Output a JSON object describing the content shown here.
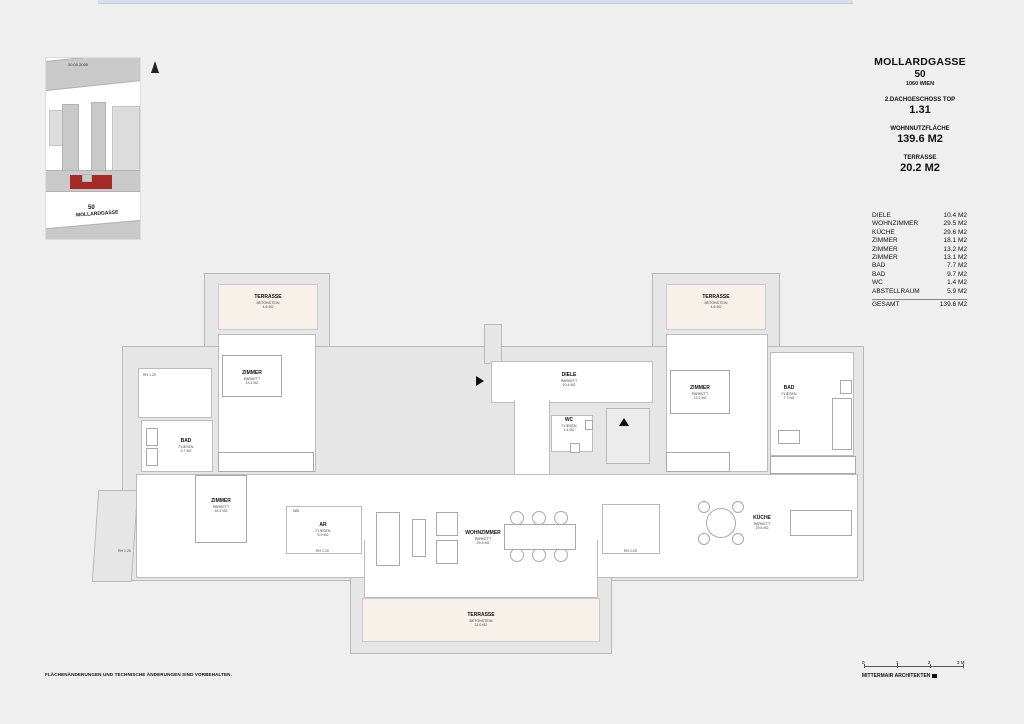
{
  "header": {
    "street": "MOLLARDGASSE",
    "number": "50",
    "city": "1060 WIEN",
    "floor_label": "2.DACHGESCHOSS TOP",
    "unit": "1.31",
    "living_area_label": "WOHNNUTZFLÄCHE",
    "living_area": "139.6 M2",
    "terrace_label": "TERRASSE",
    "terrace_area": "20.2 M2"
  },
  "area_table": {
    "rows": [
      {
        "room": "DIELE",
        "area": "10.4 M2"
      },
      {
        "room": "WOHNZIMMER",
        "area": "29.5 M2"
      },
      {
        "room": "KÜCHE",
        "area": "29.6 M2"
      },
      {
        "room": "ZIMMER",
        "area": "18.1 M2"
      },
      {
        "room": "ZIMMER",
        "area": "13.2 M2"
      },
      {
        "room": "ZIMMER",
        "area": "13.1 M2"
      },
      {
        "room": "BAD",
        "area": "7.7 M2"
      },
      {
        "room": "BAD",
        "area": "9.7 M2"
      },
      {
        "room": "WC",
        "area": "1.4 M2"
      },
      {
        "room": "ABSTELLRAUM",
        "area": "5.9 M2"
      }
    ],
    "total_label": "GESAMT",
    "total": "139.6 M2"
  },
  "site_plan": {
    "date": "30.05.2005",
    "number": "50",
    "street": "MOLLARDGASSE",
    "highlight_color": "#a52a2a"
  },
  "rooms": {
    "terrasse_nw": {
      "name": "TERRASSE",
      "floor": "BETONSTEIN",
      "area": "4.6 M2"
    },
    "terrasse_ne": {
      "name": "TERRASSE",
      "floor": "BETONSTEIN",
      "area": "4.6 M2"
    },
    "terrasse_s": {
      "name": "TERRASSE",
      "floor": "BETONSTEIN",
      "area": "11.0 M2"
    },
    "zimmer_nw": {
      "name": "ZIMMER",
      "floor": "PARKETT",
      "area": "13.1 M2"
    },
    "zimmer_ne": {
      "name": "ZIMMER",
      "floor": "PARKETT",
      "area": "13.2 M2"
    },
    "zimmer_sw": {
      "name": "ZIMMER",
      "floor": "PARKETT",
      "area": "18.1 M2"
    },
    "bad_w": {
      "name": "BAD",
      "floor": "FLIESEN",
      "area": "9.7 M2"
    },
    "bad_e": {
      "name": "BAD",
      "floor": "FLIESEN",
      "area": "7.7 M2"
    },
    "diele": {
      "name": "DIELE",
      "floor": "PARKETT",
      "area": "10.4 M2"
    },
    "wc": {
      "name": "WC",
      "floor": "FLIESEN",
      "area": "1.4 M2"
    },
    "ar": {
      "name": "AR",
      "floor": "FLIESEN",
      "area": "5.9 M2"
    },
    "wohnzimmer": {
      "name": "WOHNZIMMER",
      "floor": "PARKETT",
      "area": "29.5 M2"
    },
    "kueche": {
      "name": "KÜCHE",
      "floor": "PARKETT",
      "area": "29.6 M2"
    }
  },
  "tags": {
    "rh1": "RH 1.20",
    "rh2": "RH 1.20",
    "rh3": "RH 1.20",
    "rh4": "RH 1.20",
    "rh5": "RH 1.20",
    "wm": "WM"
  },
  "footer": {
    "disclaimer": "FLÄCHENÄNDERUNGEN UND TECHNISCHE ÄNDERUNGEN SIND VORBEHALTEN.",
    "architect": "MITTERMAIR ARCHITEKTEN",
    "scale_ticks": [
      "0",
      "1",
      "2",
      "3 M"
    ]
  },
  "colors": {
    "terrace": "#f8f1ea",
    "wall": "#e6e6e6",
    "room": "#ffffff",
    "background": "#efefef"
  }
}
